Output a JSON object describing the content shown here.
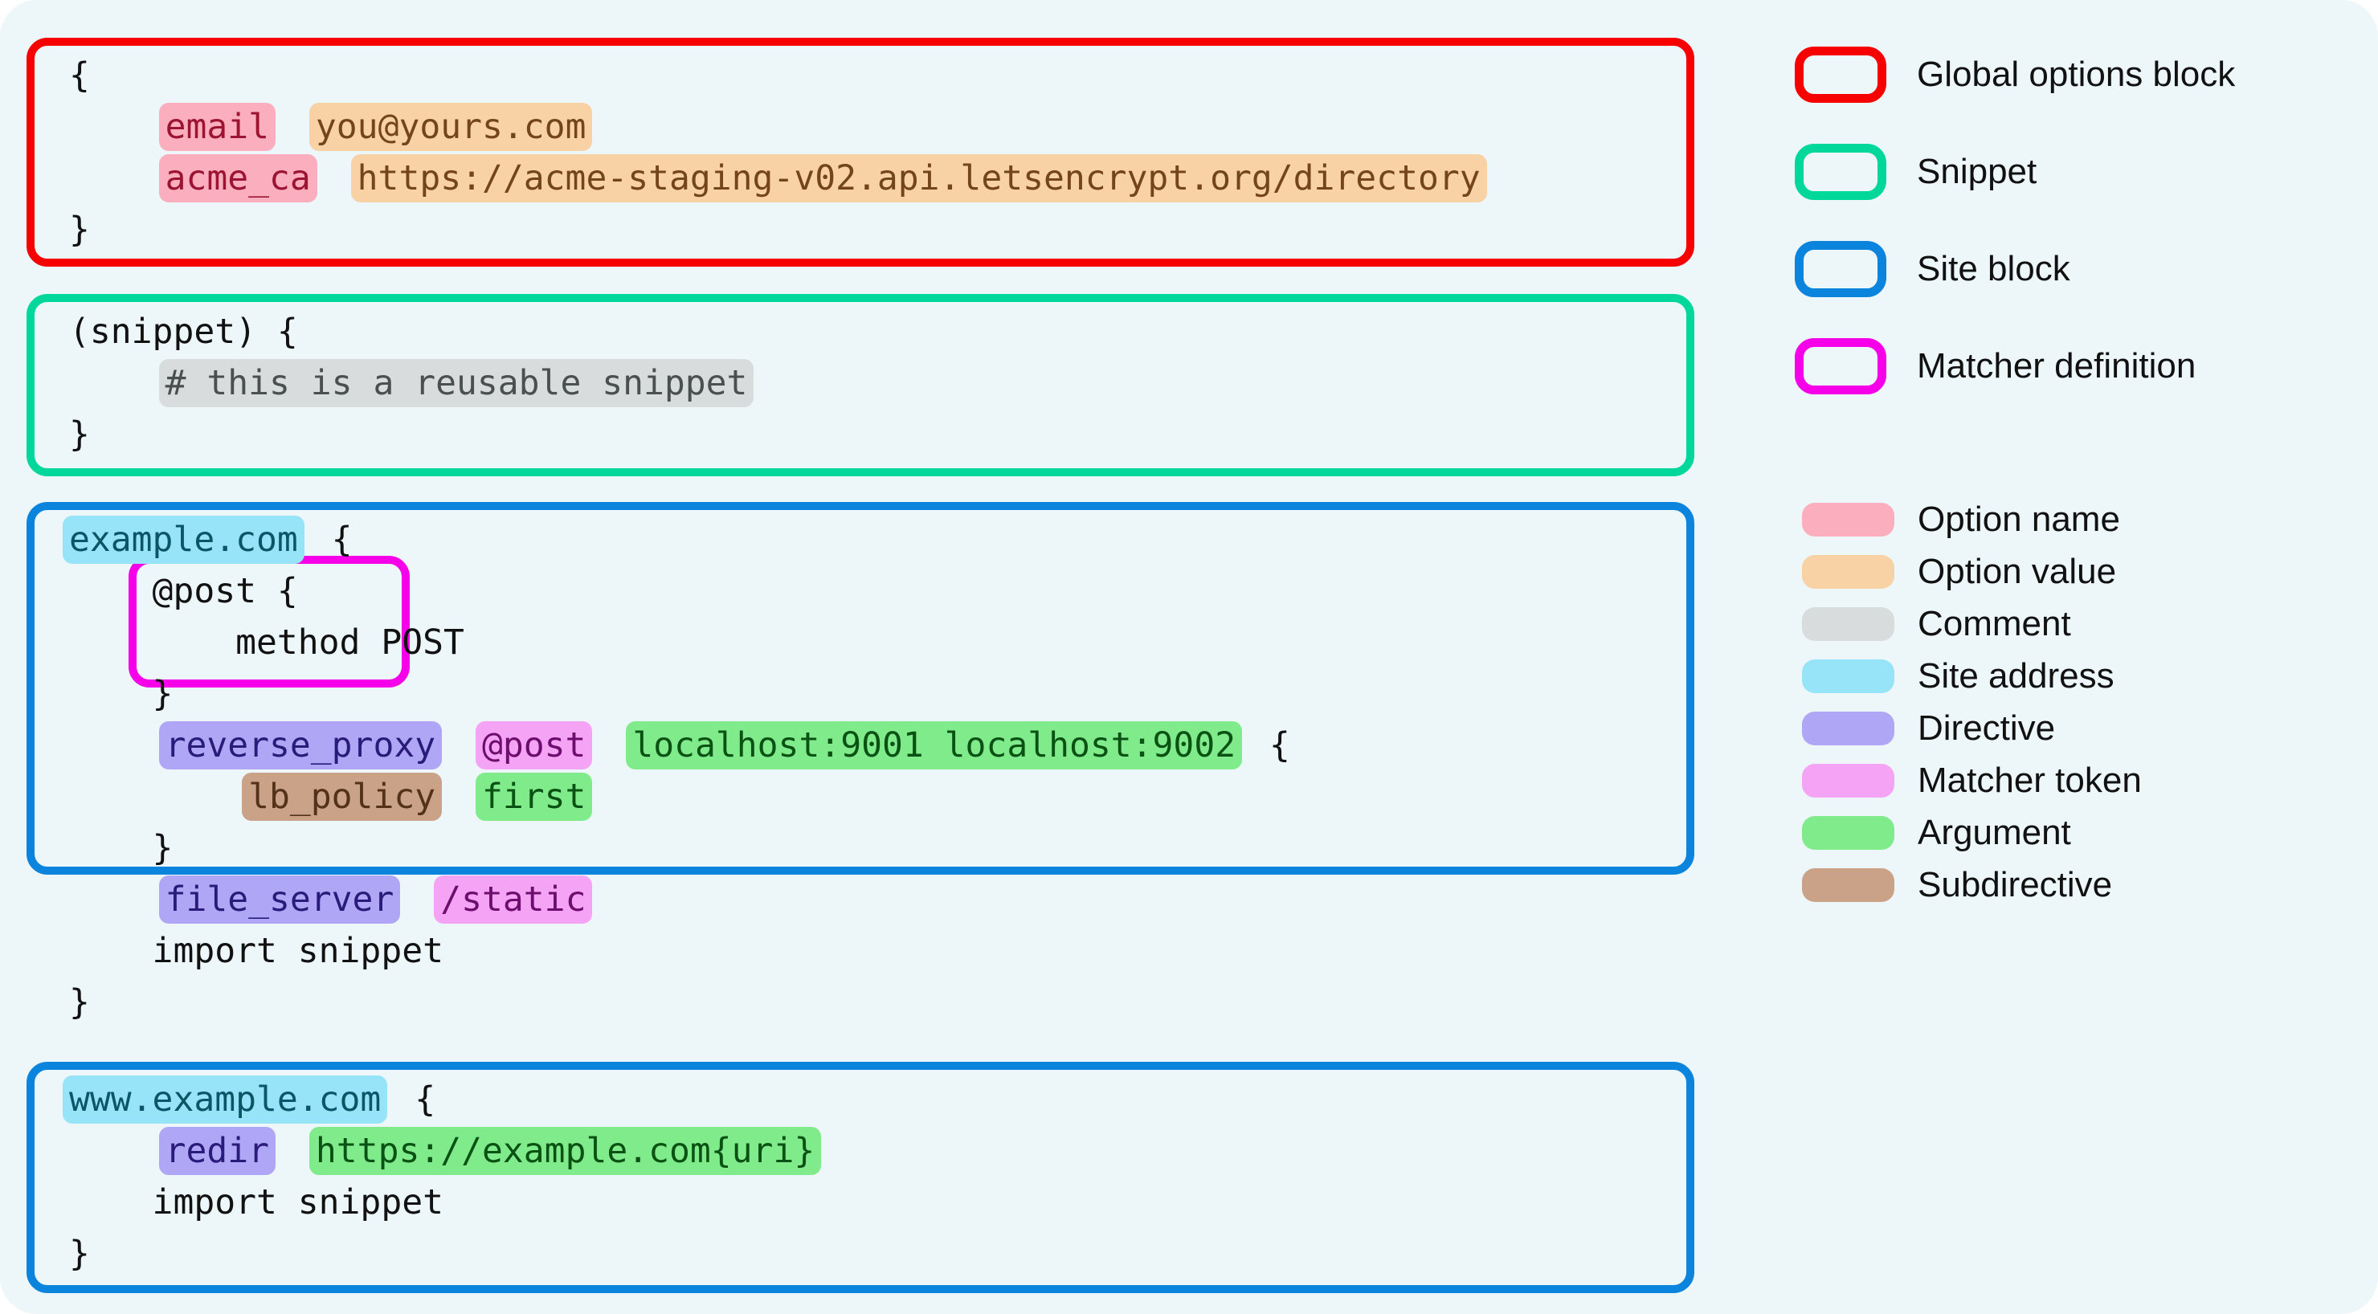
{
  "diagram": {
    "title": "Caddyfile structure",
    "background_color": "#edf6f9"
  },
  "blocks": [
    {
      "name": "global-options-block",
      "kind": "Global options block",
      "border_color": "#f60000",
      "lines": [
        [
          {
            "t": "plain",
            "text": "{"
          }
        ],
        [
          {
            "t": "plain",
            "text": "    "
          },
          {
            "t": "optname",
            "text": "email"
          },
          {
            "t": "plain",
            "text": " "
          },
          {
            "t": "optval",
            "text": "you@yours.com"
          }
        ],
        [
          {
            "t": "plain",
            "text": "    "
          },
          {
            "t": "optname",
            "text": "acme_ca"
          },
          {
            "t": "plain",
            "text": " "
          },
          {
            "t": "optval",
            "text": "https://acme-staging-v02.api.letsencrypt.org/directory"
          }
        ],
        [
          {
            "t": "plain",
            "text": "}"
          }
        ]
      ]
    },
    {
      "name": "snippet-block",
      "kind": "Snippet",
      "border_color": "#00d79a",
      "lines": [
        [
          {
            "t": "plain",
            "text": "(snippet) {"
          }
        ],
        [
          {
            "t": "plain",
            "text": "    "
          },
          {
            "t": "comment",
            "text": "# this is a reusable snippet"
          }
        ],
        [
          {
            "t": "plain",
            "text": "}"
          }
        ]
      ]
    },
    {
      "name": "site-block-example",
      "kind": "Site block",
      "border_color": "#0a84dd",
      "lines": [
        [
          {
            "t": "siteaddr",
            "text": "example.com"
          },
          {
            "t": "plain",
            "text": " {"
          }
        ],
        [
          {
            "t": "plain",
            "text": "    @post {"
          }
        ],
        [
          {
            "t": "plain",
            "text": "        method POST"
          }
        ],
        [
          {
            "t": "plain",
            "text": "    }"
          }
        ],
        [
          {
            "t": "plain",
            "text": "    "
          },
          {
            "t": "directive",
            "text": "reverse_proxy"
          },
          {
            "t": "plain",
            "text": " "
          },
          {
            "t": "matcher",
            "text": "@post"
          },
          {
            "t": "plain",
            "text": " "
          },
          {
            "t": "argument",
            "text": "localhost:9001 localhost:9002"
          },
          {
            "t": "plain",
            "text": " {"
          }
        ],
        [
          {
            "t": "plain",
            "text": "        "
          },
          {
            "t": "subdir",
            "text": "lb_policy"
          },
          {
            "t": "plain",
            "text": " "
          },
          {
            "t": "argument",
            "text": "first"
          }
        ],
        [
          {
            "t": "plain",
            "text": "    }"
          }
        ],
        [
          {
            "t": "plain",
            "text": "    "
          },
          {
            "t": "directive",
            "text": "file_server"
          },
          {
            "t": "plain",
            "text": " "
          },
          {
            "t": "matcher",
            "text": "/static"
          }
        ],
        [
          {
            "t": "plain",
            "text": "    import snippet"
          }
        ],
        [
          {
            "t": "plain",
            "text": "}"
          }
        ]
      ]
    },
    {
      "name": "site-block-www-example",
      "kind": "Site block",
      "border_color": "#0a84dd",
      "lines": [
        [
          {
            "t": "siteaddr",
            "text": "www.example.com"
          },
          {
            "t": "plain",
            "text": " {"
          }
        ],
        [
          {
            "t": "plain",
            "text": "    "
          },
          {
            "t": "directive",
            "text": "redir"
          },
          {
            "t": "plain",
            "text": " "
          },
          {
            "t": "argument",
            "text": "https://example.com{uri}"
          }
        ],
        [
          {
            "t": "plain",
            "text": "    import snippet"
          }
        ],
        [
          {
            "t": "plain",
            "text": "}"
          }
        ]
      ]
    }
  ],
  "matcher_definition": {
    "name": "matcher-definition-outline",
    "kind": "Matcher definition",
    "border_color": "#f500e8"
  },
  "legend": {
    "outline_items": [
      {
        "label": "Global options block",
        "color": "#f60000",
        "swatch_name": "legend-swatch-global-options-block"
      },
      {
        "label": "Snippet",
        "color": "#00d79a",
        "swatch_name": "legend-swatch-snippet"
      },
      {
        "label": "Site block",
        "color": "#0a84dd",
        "swatch_name": "legend-swatch-site-block"
      },
      {
        "label": "Matcher definition",
        "color": "#f500e8",
        "swatch_name": "legend-swatch-matcher-definition"
      }
    ],
    "fill_items": [
      {
        "label": "Option name",
        "color": "#fbafbe",
        "swatch_name": "legend-swatch-option-name"
      },
      {
        "label": "Option value",
        "color": "#f8d1a4",
        "swatch_name": "legend-swatch-option-value"
      },
      {
        "label": "Comment",
        "color": "#d8dcdc",
        "swatch_name": "legend-swatch-comment"
      },
      {
        "label": "Site address",
        "color": "#97e4f8",
        "swatch_name": "legend-swatch-site-address"
      },
      {
        "label": "Directive",
        "color": "#afa7f5",
        "swatch_name": "legend-swatch-directive"
      },
      {
        "label": "Matcher token",
        "color": "#f5a3f5",
        "swatch_name": "legend-swatch-matcher-token"
      },
      {
        "label": "Argument",
        "color": "#80eb8b",
        "swatch_name": "legend-swatch-argument"
      },
      {
        "label": "Subdirective",
        "color": "#c9a288",
        "swatch_name": "legend-swatch-subdirective"
      }
    ]
  }
}
